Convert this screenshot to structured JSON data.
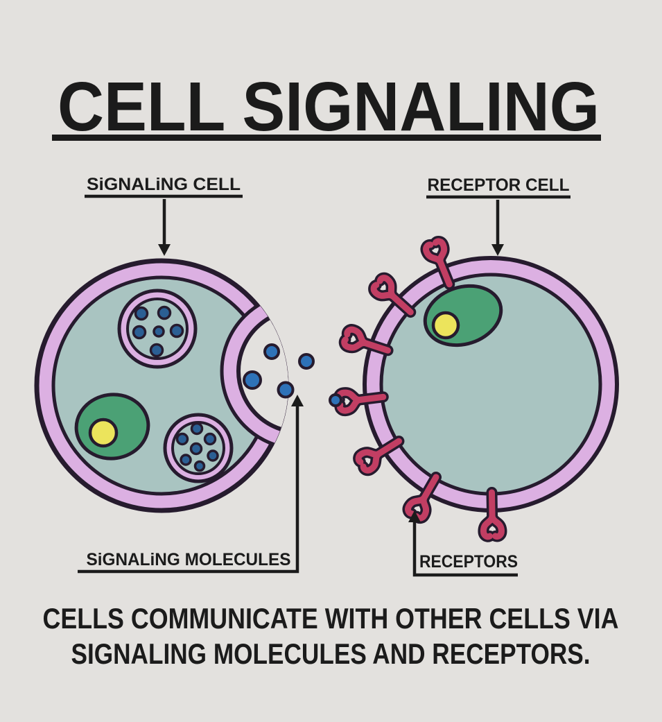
{
  "page": {
    "title": "CELL SIGNALING"
  },
  "annotations": {
    "signaling_cell": {
      "label": "SiGNALiNG CELL"
    },
    "receptor_cell": {
      "label": "RECEPTOR CELL"
    },
    "signaling_molecules": {
      "label": "SiGNALiNG MOLECULES"
    },
    "receptors": {
      "label": "RECEPTORS"
    }
  },
  "caption": {
    "line1": "CELLS COMMUNICATE WITH OTHER CELLS VIA",
    "line2": "SIGNALING MOLECULES AND RECEPTORS."
  },
  "figure": {
    "signaling_cell": {
      "vesicles": 2,
      "vesicle_dot_counts": [
        6,
        7
      ],
      "free_signaling_molecules": 4
    },
    "receptor_cell": {
      "receptor_count": 7,
      "bound_signaling_molecules": 1
    }
  },
  "colors": {
    "background": "#e3e1de",
    "ink": "#1b1b1b",
    "outline": "#261b2e",
    "membrane": "#dcb0e2",
    "cytoplasm": "#a9c4c1",
    "organelle-green": "#4ba175",
    "nucleolus-yellow": "#ece45c",
    "molecule-blue": "#2e72b8",
    "vesicle-dot-blue": "#2b5f94",
    "receptor-red": "#c23e63"
  }
}
